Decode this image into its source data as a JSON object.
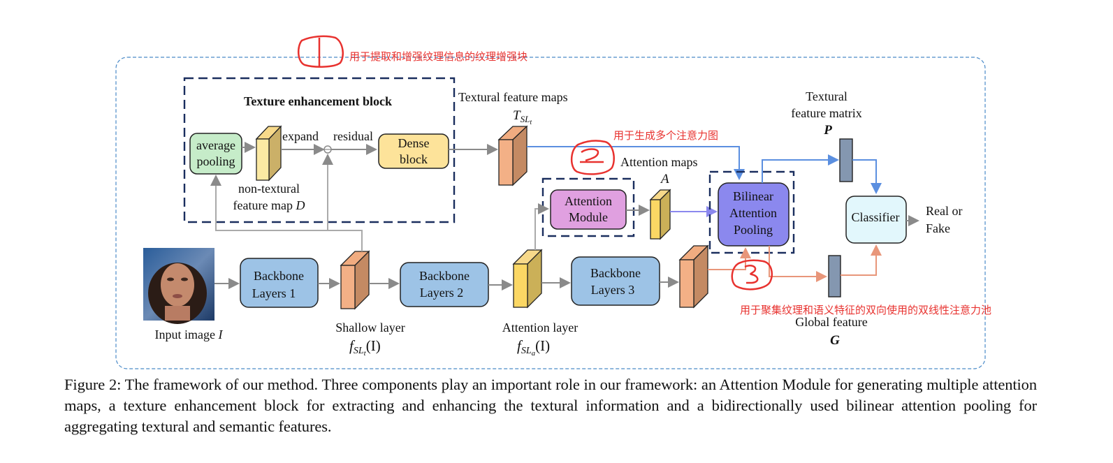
{
  "figure": {
    "annotations": {
      "note1_mark": "1",
      "note1_text": "用于提取和增强纹理信息的纹理增强块",
      "note2_mark": "2",
      "note2_text": "用于生成多个注意力图",
      "note3_mark": "3",
      "note3_text": "用于聚集纹理和语义特征的双向使用的双线性注意力池"
    },
    "texture_block": {
      "title": "Texture enhancement block",
      "avg_pool_line1": "average",
      "avg_pool_line2": "pooling",
      "expand": "expand",
      "residual": "residual",
      "dense_line1": "Dense",
      "dense_line2": "block",
      "nontex_line1": "non-textural",
      "nontex_line2": "feature map ",
      "nontex_var": "D"
    },
    "textural_maps": {
      "label": "Textural feature maps",
      "sym": "T",
      "sub": "SL",
      "subsub": "t"
    },
    "attention_maps": {
      "label": "Attention maps",
      "sym": "A"
    },
    "attention_module": {
      "line1": "Attention",
      "line2": "Module"
    },
    "bap": {
      "line1": "Bilinear",
      "line2": "Attention",
      "line3": "Pooling"
    },
    "textural_matrix": {
      "line1": "Textural",
      "line2": "feature matrix",
      "sym": "P"
    },
    "classifier": {
      "label": "Classifier",
      "out1": "Real or",
      "out2": "Fake"
    },
    "global_feature": {
      "label": "Global feature",
      "sym": "G"
    },
    "input": {
      "label": "Input image ",
      "var": "I"
    },
    "backbone": [
      {
        "line1": "Backbone",
        "line2": "Layers 1"
      },
      {
        "line1": "Backbone",
        "line2": "Layers 2"
      },
      {
        "line1": "Backbone",
        "line2": "Layers 3"
      }
    ],
    "shallow": {
      "label": "Shallow layer",
      "f": "f",
      "sub": "SL",
      "subsub": "t",
      "arg": "(I)"
    },
    "attention_layer": {
      "label": "Attention layer",
      "f": "f",
      "sub": "SL",
      "subsub": "a",
      "arg": "(I)"
    }
  },
  "caption": {
    "prefix": "Figure 2:",
    "text": " The framework of our method. Three components play an important role in our framework: an Attention Module for generating multiple attention maps, a texture enhancement block for extracting and enhancing the textural information and a bidirectionally used bilinear attention pooling for aggregating textural and semantic features."
  },
  "colors": {
    "gray_arrow": "#8a8a8a",
    "blue_arrow": "#5b8fe0",
    "orange_arrow": "#e8967a",
    "annotation_red": "#e8322f",
    "dashed_navy": "#1a2e5e",
    "outer_dashed": "#4a8ac8"
  }
}
